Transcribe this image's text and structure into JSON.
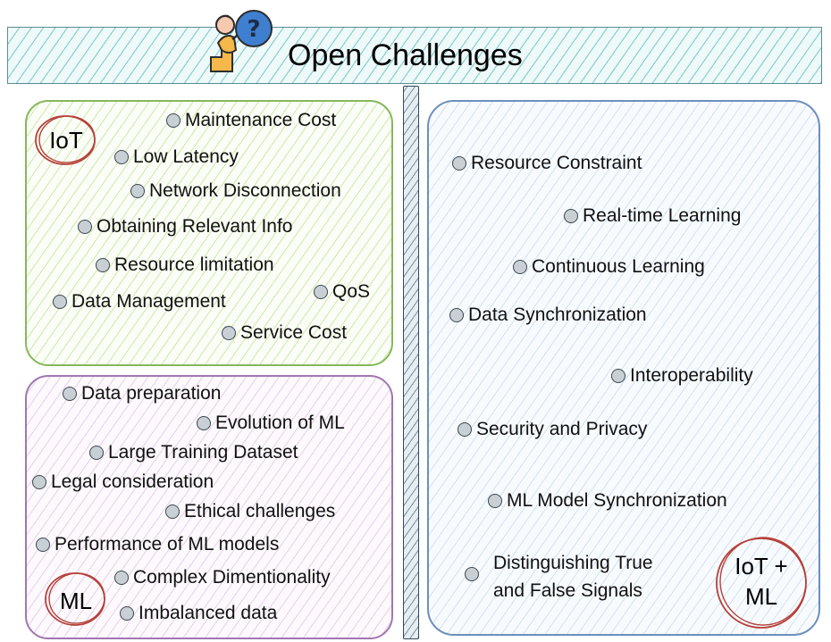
{
  "header": {
    "title": "Open Challenges",
    "icon": "person-climbing-question-icon"
  },
  "iot": {
    "label": "IoT",
    "items": [
      "Maintenance Cost",
      "Low Latency",
      "Network Disconnection",
      "Obtaining Relevant Info",
      "Resource limitation",
      "Data Management",
      "QoS",
      "Service Cost"
    ]
  },
  "ml": {
    "label": "ML",
    "items": [
      "Data preparation",
      "Evolution of ML",
      "Large Training Dataset",
      "Legal consideration",
      "Ethical challenges",
      "Performance of ML models",
      "Complex Dimentionality",
      "Imbalanced data"
    ]
  },
  "combo": {
    "label_line1": "IoT +",
    "label_line2": "ML",
    "items": [
      "Resource Constraint",
      "Real-time Learning",
      "Continuous Learning",
      "Data Synchronization",
      "Interoperability",
      "Security and Privacy",
      "ML Model Synchronization"
    ],
    "last_item_line1": "Distinguishing True",
    "last_item_line2": "and False Signals"
  },
  "colors": {
    "banner": "#5a8c96",
    "iot_border": "#86b85a",
    "ml_border": "#a276b0",
    "combo_border": "#6c8fc0",
    "badge_circle": "#b5413a"
  }
}
